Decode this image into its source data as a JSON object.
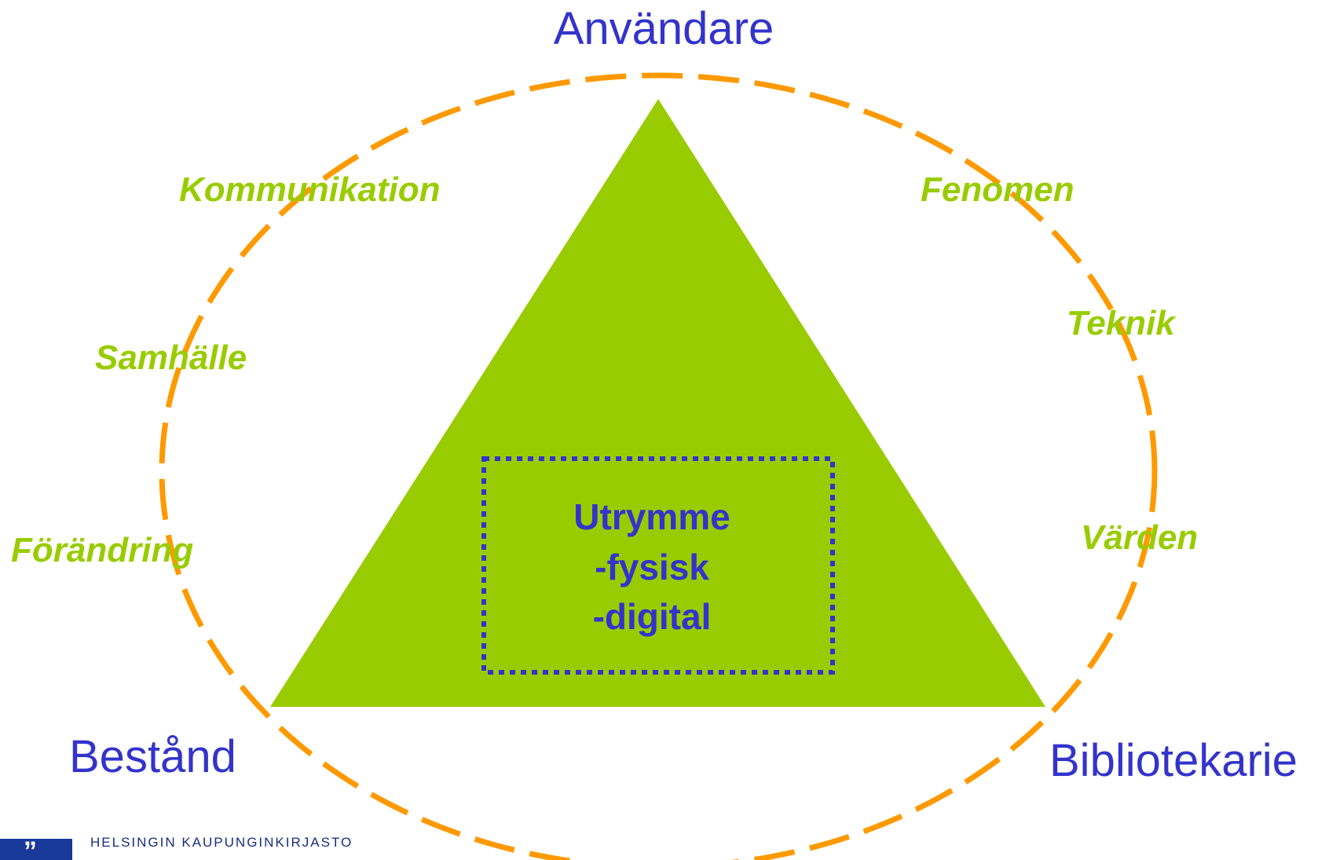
{
  "colors": {
    "triangle": "#99cc00",
    "ellipse": "#ff9900",
    "box": "#3333cc",
    "main_label": "#3333cc",
    "theme_label": "#99cc00",
    "logo": "#1a3a9a"
  },
  "corners": {
    "top": "Användare",
    "bottom_left": "Bestånd",
    "bottom_right": "Bibliotekarie"
  },
  "themes": {
    "kommunikation": "Kommunikation",
    "samhalle": "Samhälle",
    "forandring": "Förändring",
    "fenomen": "Fenomen",
    "teknik": "Teknik",
    "varden": "Värden"
  },
  "center": {
    "line1": "Utrymme",
    "line2": "-fysisk",
    "line3": "-digital"
  },
  "logo": {
    "text": "HELSINGIN KAUPUNGINKIRJASTO",
    "icon": "quotation-mark-logo-icon"
  }
}
